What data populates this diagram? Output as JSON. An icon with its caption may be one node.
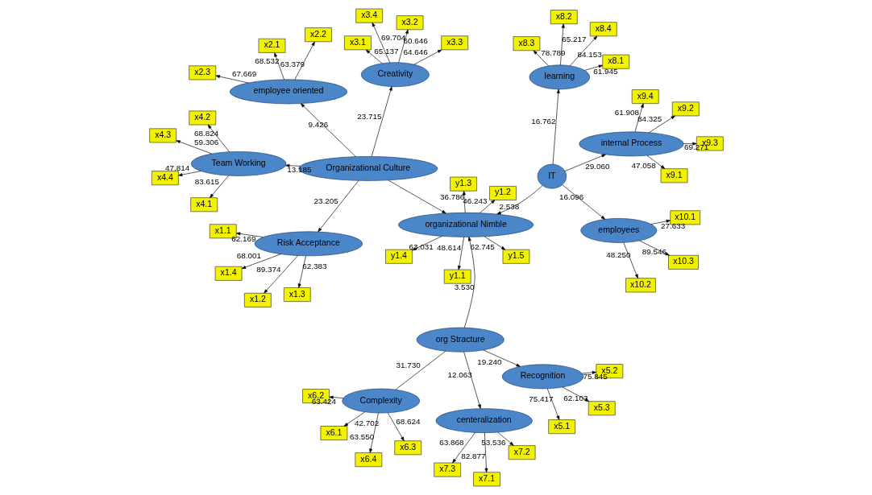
{
  "diagram": {
    "nodes": [
      {
        "text": [
          "Risk Acceptance"
        ]
      },
      {
        "text": [
          "employee oriented"
        ]
      },
      {
        "text": [
          "Creativity"
        ]
      },
      {
        "text": [
          "Team Working"
        ]
      },
      {
        "text": [
          "Organizational Culture"
        ]
      },
      {
        "text": [
          "organizational Nimble"
        ]
      },
      {
        "text": [
          "org Stracture"
        ]
      },
      {
        "text": [
          "Recognition"
        ]
      },
      {
        "text": [
          "Complexity"
        ]
      },
      {
        "text": [
          "centeralization"
        ]
      },
      {
        "text": [
          "IT"
        ]
      },
      {
        "text": [
          "employees"
        ]
      },
      {
        "text": [
          "internal Process"
        ]
      },
      {
        "text": [
          "learning"
        ]
      },
      {
        "text": [
          "x1.1"
        ]
      },
      {
        "text": [
          "x1.2"
        ]
      },
      {
        "text": [
          "x1.3"
        ]
      },
      {
        "text": [
          "x1.4"
        ]
      },
      {
        "text": [
          "x2.1"
        ]
      },
      {
        "text": [
          "x2.2"
        ]
      },
      {
        "text": [
          "x2.3"
        ]
      },
      {
        "text": [
          "x3.1"
        ]
      },
      {
        "text": [
          "x3.2"
        ]
      },
      {
        "text": [
          "x3.3"
        ]
      },
      {
        "text": [
          "x3.4"
        ]
      },
      {
        "text": [
          "x4.1"
        ]
      },
      {
        "text": [
          "x4.2"
        ]
      },
      {
        "text": [
          "x4.3"
        ]
      },
      {
        "text": [
          "x4.4"
        ]
      },
      {
        "text": [
          "x5.1"
        ]
      },
      {
        "text": [
          "x5.2"
        ]
      },
      {
        "text": [
          "x5.3"
        ]
      },
      {
        "text": [
          "x6.1"
        ]
      },
      {
        "text": [
          "x6.2"
        ]
      },
      {
        "text": [
          "x6.3"
        ]
      },
      {
        "text": [
          "x6.4"
        ]
      },
      {
        "text": [
          "x7.1"
        ]
      },
      {
        "text": [
          "x7.2"
        ]
      },
      {
        "text": [
          "x7.3"
        ]
      },
      {
        "text": [
          "y1.1"
        ]
      },
      {
        "text": [
          "y1.2"
        ]
      },
      {
        "text": [
          "y1.3"
        ]
      },
      {
        "text": [
          "y1.4"
        ]
      },
      {
        "text": [
          "y1.5"
        ]
      },
      {
        "text": [
          "x10.1"
        ]
      },
      {
        "text": [
          "x10.2"
        ]
      },
      {
        "text": [
          "x10.3"
        ]
      },
      {
        "text": [
          "x9.1"
        ]
      },
      {
        "text": [
          "x9.2"
        ]
      },
      {
        "text": [
          "x9.3"
        ]
      },
      {
        "text": [
          "x9.4"
        ]
      },
      {
        "text": [
          "x8.1"
        ]
      },
      {
        "text": [
          "x8.2"
        ]
      },
      {
        "text": [
          "x8.3"
        ]
      },
      {
        "text": [
          "x8.4"
        ]
      }
    ],
    "edges": [
      {
        "from": 4,
        "to": 0,
        "arrow": "to",
        "label": "23.205"
      },
      {
        "from": 4,
        "to": 1,
        "arrow": "to",
        "label": "9.426"
      },
      {
        "from": 4,
        "to": 2,
        "arrow": "to",
        "label": "23.715"
      },
      {
        "from": 4,
        "to": 3,
        "arrow": "to",
        "label": "13.185"
      },
      {
        "from": 4,
        "to": 5,
        "arrow": "to"
      },
      {
        "from": 6,
        "to": 5,
        "arrow": "to",
        "label": "3.530"
      },
      {
        "from": 10,
        "to": 5,
        "arrow": "to",
        "label": "2.538"
      },
      {
        "from": 6,
        "to": 7,
        "arrow": "to",
        "label": "19.240"
      },
      {
        "from": 6,
        "to": 8,
        "arrow": "none",
        "label": "31.730"
      },
      {
        "from": 6,
        "to": 9,
        "arrow": "to",
        "label": "12.063"
      },
      {
        "from": 10,
        "to": 11,
        "arrow": "to",
        "label": "16.096"
      },
      {
        "from": 10,
        "to": 12,
        "arrow": "to",
        "label": "29.060"
      },
      {
        "from": 10,
        "to": 13,
        "arrow": "to",
        "label": "16.762"
      },
      {
        "from": 0,
        "to": 14,
        "arrow": "to",
        "label": "62.169"
      },
      {
        "from": 0,
        "to": 15,
        "arrow": "to",
        "label": "89.374"
      },
      {
        "from": 0,
        "to": 16,
        "arrow": "to",
        "label": "62.383"
      },
      {
        "from": 0,
        "to": 17,
        "arrow": "to",
        "label": "68.001"
      },
      {
        "from": 1,
        "to": 18,
        "arrow": "to",
        "label": "68.532"
      },
      {
        "from": 1,
        "to": 19,
        "arrow": "to",
        "label": "63.379"
      },
      {
        "from": 1,
        "to": 20,
        "arrow": "to",
        "label": "67.669"
      },
      {
        "from": 2,
        "to": 21,
        "arrow": "to",
        "label": "65.137"
      },
      {
        "from": 2,
        "to": 22,
        "arrow": "to",
        "label": "60.646"
      },
      {
        "from": 2,
        "to": 23,
        "arrow": "to",
        "label": "64.646"
      },
      {
        "from": 2,
        "to": 24,
        "arrow": "to",
        "label": "69.704"
      },
      {
        "from": 3,
        "to": 25,
        "arrow": "to",
        "label": "83.615"
      },
      {
        "from": 3,
        "to": 26,
        "arrow": "to",
        "label": "68.824"
      },
      {
        "from": 3,
        "to": 27,
        "arrow": "to",
        "label": "59.306"
      },
      {
        "from": 3,
        "to": 28,
        "arrow": "to",
        "label": "47.814"
      },
      {
        "from": 7,
        "to": 29,
        "arrow": "to",
        "label": "75.417"
      },
      {
        "from": 7,
        "to": 30,
        "arrow": "to",
        "label": "75.845"
      },
      {
        "from": 7,
        "to": 31,
        "arrow": "to",
        "label": "62.103"
      },
      {
        "from": 8,
        "to": 32,
        "arrow": "to",
        "label": "42.702"
      },
      {
        "from": 8,
        "to": 33,
        "arrow": "to",
        "label": "63.424"
      },
      {
        "from": 8,
        "to": 34,
        "arrow": "to",
        "label": "68.624"
      },
      {
        "from": 8,
        "to": 35,
        "arrow": "to",
        "label": "63.550"
      },
      {
        "from": 9,
        "to": 36,
        "arrow": "to",
        "label": "82.877"
      },
      {
        "from": 9,
        "to": 37,
        "arrow": "to",
        "label": "53.536"
      },
      {
        "from": 9,
        "to": 38,
        "arrow": "to",
        "label": "63.868"
      },
      {
        "from": 5,
        "to": 39,
        "arrow": "to",
        "label": "48.614"
      },
      {
        "from": 5,
        "to": 40,
        "arrow": "to",
        "label": "46.243"
      },
      {
        "from": 5,
        "to": 41,
        "arrow": "to",
        "label": "36.786"
      },
      {
        "from": 5,
        "to": 42,
        "arrow": "to",
        "label": "63.031"
      },
      {
        "from": 5,
        "to": 43,
        "arrow": "to",
        "label": "62.745"
      },
      {
        "from": 11,
        "to": 44,
        "arrow": "to",
        "label": "27.633"
      },
      {
        "from": 11,
        "to": 45,
        "arrow": "to",
        "label": "48.250"
      },
      {
        "from": 11,
        "to": 46,
        "arrow": "to",
        "label": "89.546"
      },
      {
        "from": 12,
        "to": 47,
        "arrow": "to",
        "label": "47.058"
      },
      {
        "from": 12,
        "to": 48,
        "arrow": "to",
        "label": "84.325"
      },
      {
        "from": 12,
        "to": 49,
        "arrow": "to",
        "label": "69.271"
      },
      {
        "from": 12,
        "to": 50,
        "arrow": "to",
        "label": "61.908"
      },
      {
        "from": 13,
        "to": 51,
        "arrow": "to",
        "label": "61.945"
      },
      {
        "from": 13,
        "to": 52,
        "arrow": "to",
        "label": "65.217"
      },
      {
        "from": 13,
        "to": 53,
        "arrow": "to",
        "label": "78.789"
      },
      {
        "from": 13,
        "to": 54,
        "arrow": "to",
        "label": "84.153"
      }
    ]
  }
}
